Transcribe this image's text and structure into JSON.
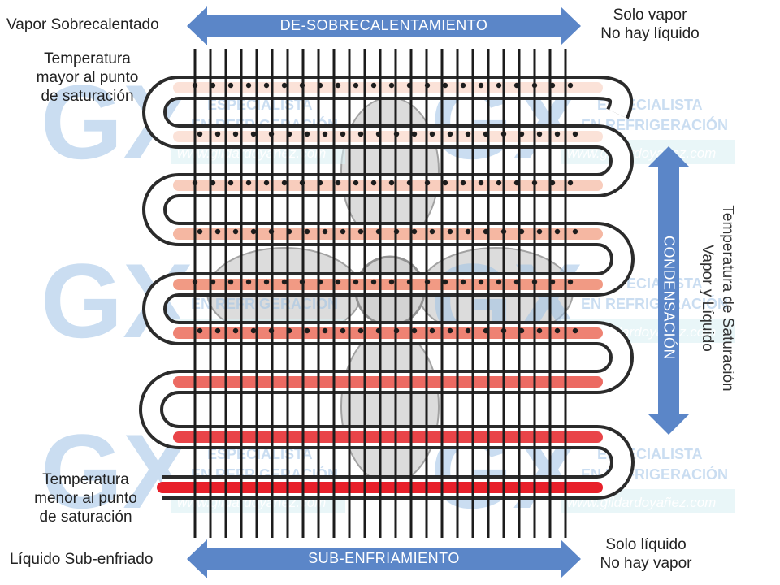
{
  "labels": {
    "top_left": "Vapor Sobrecalentado",
    "top_right_1": "Solo vapor",
    "top_right_2": "No hay líquido",
    "upper_left_1": "Temperatura",
    "upper_left_2": "mayor al punto",
    "upper_left_3": "de saturación",
    "lower_left_1": "Temperatura",
    "lower_left_2": "menor al punto",
    "lower_left_3": "de saturación",
    "bottom_left": "Líquido Sub-enfriado",
    "bottom_right_1": "Solo líquido",
    "bottom_right_2": "No hay vapor",
    "arrow_top": "DE-SOBRECALENTAMIENTO",
    "arrow_bottom": "SUB-ENFRIAMIENTO",
    "arrow_right": "CONDENSACIÓN",
    "side_1": "Temperatura de Saturación",
    "side_2": "Vapor y Líquido"
  },
  "watermark": {
    "line1": "ESPECIALISTA",
    "line2": "EN REFRIGERACIÓN",
    "url": "www.gildardoyañez.com"
  },
  "colors": {
    "arrow": "#5b86c8",
    "tube": "#2b2b2b",
    "hot": "#f7d7cb",
    "cold": "#e8202a",
    "watermark": "#9fc3e6"
  }
}
